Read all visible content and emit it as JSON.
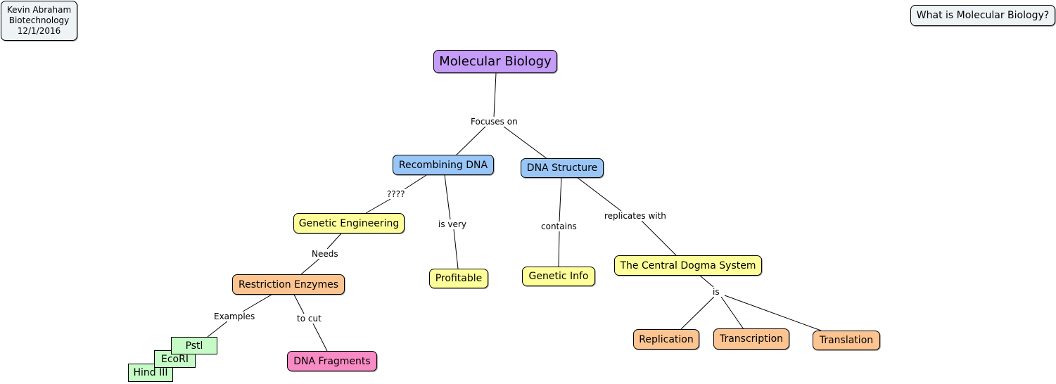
{
  "header": {
    "author": "Kevin Abraham",
    "course": "Biotechnology",
    "date": "12/1/2016",
    "focus_question": "What is Molecular Biology?"
  },
  "concepts": {
    "molecular_biology": "Molecular Biology",
    "recombining_dna": "Recombining DNA",
    "dna_structure": "DNA Structure",
    "genetic_engineering": "Genetic Engineering",
    "profitable": "Profitable",
    "genetic_info": "Genetic Info",
    "central_dogma": "The Central Dogma System",
    "restriction_enzymes": "Restriction Enzymes",
    "dna_fragments": "DNA Fragments",
    "pstl": "Pstl",
    "ecori": "EcoRI",
    "hind_iii": "Hind III",
    "replication": "Replication",
    "transcription": "Transcription",
    "translation": "Translation"
  },
  "links": {
    "focuses_on": "Focuses on",
    "unknown": "????",
    "is_very": "is very",
    "contains": "contains",
    "replicates_with": "replicates with",
    "needs": "Needs",
    "examples": "Examples",
    "to_cut": "to cut",
    "is": "is"
  },
  "colors": {
    "purple": "#c59cf7",
    "blue": "#99c6f7",
    "yellow": "#ffff99",
    "orange": "#fbc490",
    "pink": "#f98bc4",
    "green": "#c6fbc6",
    "info": "#eef4f5"
  }
}
